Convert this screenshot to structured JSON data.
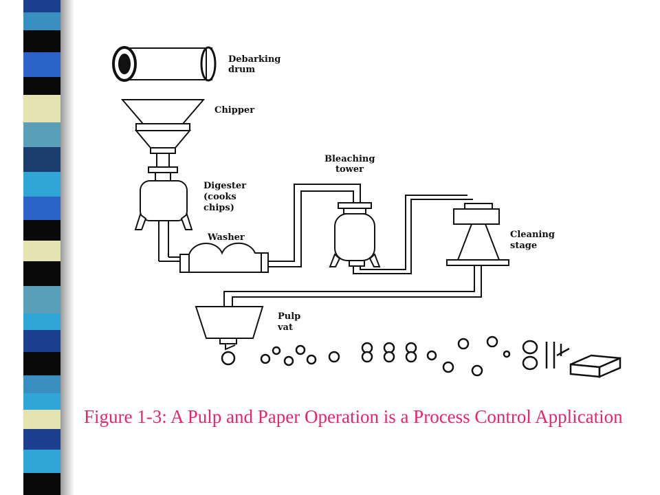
{
  "slide": {
    "strip_colors": [
      "#000000",
      "#3a8fc1",
      "#1c3f8f",
      "#e5e3b2",
      "#0a0a0a",
      "#5a9fb8",
      "#2b63c8"
    ]
  },
  "diagram": {
    "labels": {
      "debarking_drum": [
        "Debarking",
        "drum"
      ],
      "chipper": [
        "Chipper"
      ],
      "bleaching_tower": [
        "Bleaching",
        "tower"
      ],
      "digester": [
        "Digester",
        "(cooks",
        "chips)"
      ],
      "washer": [
        "Washer"
      ],
      "cleaning_stage": [
        "Cleaning",
        "stage"
      ],
      "pulp_vat": [
        "Pulp",
        "vat"
      ]
    }
  },
  "caption": {
    "text": "Figure 1-3: A Pulp and Paper Operation is a Process Control Application",
    "color": "#e8246e"
  }
}
